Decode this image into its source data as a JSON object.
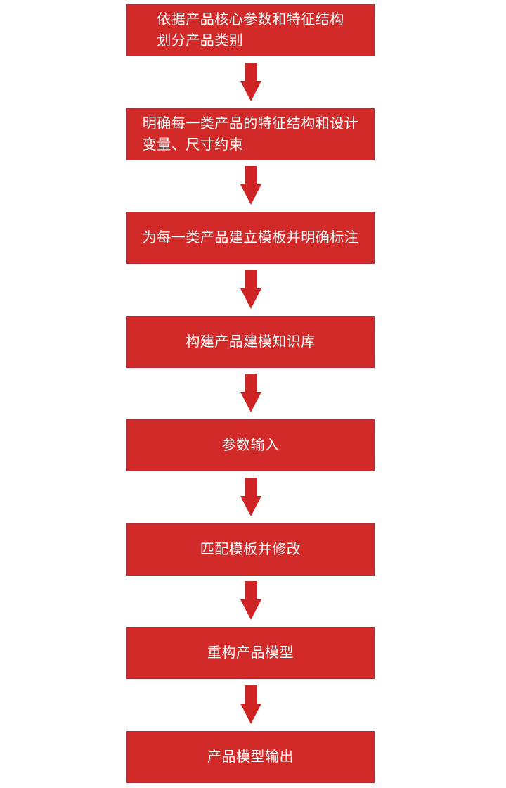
{
  "flowchart": {
    "steps": [
      {
        "lines": [
          "依据产品核心参数和特征结构",
          "划分产品类别"
        ]
      },
      {
        "lines": [
          "明确每一类产品的特征结构和设计",
          "变量、尺寸约束"
        ]
      },
      {
        "lines": [
          "为每一类产品建立模板并明确标注"
        ]
      },
      {
        "lines": [
          "构建产品建模知识库"
        ]
      },
      {
        "lines": [
          "参数输入"
        ]
      },
      {
        "lines": [
          "匹配模板并修改"
        ]
      },
      {
        "lines": [
          "重构产品模型"
        ]
      },
      {
        "lines": [
          "产品模型输出"
        ]
      }
    ],
    "colors": {
      "box_fill": "#d22929",
      "box_border": "#b13038",
      "arrow_fill": "#cf2424",
      "text_color": "#ffffff",
      "background": "#ffffff"
    }
  }
}
